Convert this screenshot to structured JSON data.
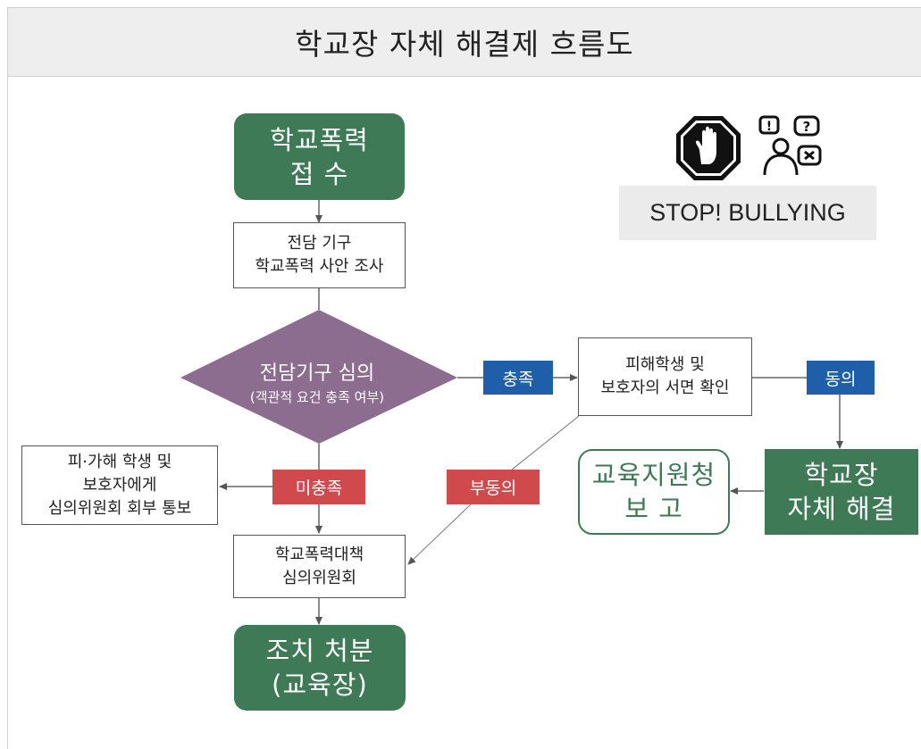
{
  "header": {
    "title": "학교장 자체 해결제 흐름도"
  },
  "nodes": {
    "report": {
      "line1": "학교폭력",
      "line2": "접 수"
    },
    "investigation": {
      "line1": "전담 기구",
      "line2": "학교폭력 사안 조사"
    },
    "review": {
      "line1": "전담기구 심의",
      "line2": "(객관적 요건 충족 여부)"
    },
    "written_confirm": {
      "line1": "피해학생 및",
      "line2": "보호자의 서면 확인"
    },
    "notify": {
      "line1": "피·가해 학생 및",
      "line2": "보호자에게",
      "line3": "심의위원회 회부 통보"
    },
    "committee": {
      "line1": "학교폭력대책",
      "line2": "심의위원회"
    },
    "principal_resolution": {
      "line1": "학교장",
      "line2": "자체 해결"
    },
    "education_office_report": {
      "line1": "교육지원청",
      "line2": "보 고"
    },
    "disposition": {
      "line1": "조치 처분",
      "line2": "(교육장)"
    }
  },
  "tags": {
    "met": "충족",
    "agree": "동의",
    "not_met": "미충족",
    "disagree": "부동의"
  },
  "stop": {
    "text": "STOP! BULLYING",
    "stop_icon": "stop-hand-icon",
    "bullying_icon": "bullying-person-icon"
  },
  "colors": {
    "green": "#3e7a55",
    "purple": "#8c6d90",
    "blue": "#1f5ea8",
    "red": "#d0494c"
  }
}
